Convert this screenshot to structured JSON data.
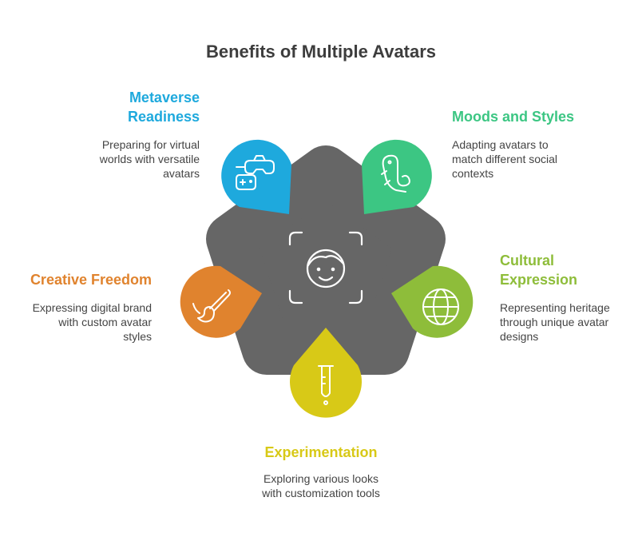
{
  "title": "Benefits of Multiple Avatars",
  "colors": {
    "center": "#666666",
    "metaverse": "#1ea9dd",
    "moods": "#3cc683",
    "cultural": "#8ebd3a",
    "creative": "#e0832e",
    "experimentation": "#d8c917"
  },
  "center": {
    "icon": "avatar-face-icon"
  },
  "items": {
    "metaverse": {
      "heading": [
        "Metaverse",
        "Readiness"
      ],
      "desc": [
        "Preparing for virtual",
        "worlds with versatile",
        "avatars"
      ],
      "icon": "vr-headset-gamepad-icon"
    },
    "moods": {
      "heading": [
        "Moods and Styles"
      ],
      "desc": [
        "Adapting avatars to",
        "match different social",
        "contexts"
      ],
      "icon": "chameleon-icon"
    },
    "cultural": {
      "heading": [
        "Cultural",
        "Expression"
      ],
      "desc": [
        "Representing heritage",
        "through unique avatar",
        "designs"
      ],
      "icon": "globe-icon"
    },
    "creative": {
      "heading": [
        "Creative Freedom"
      ],
      "desc": [
        "Expressing digital brand",
        "with custom avatar",
        "styles"
      ],
      "icon": "paintbrush-icon"
    },
    "experimentation": {
      "heading": [
        "Experimentation"
      ],
      "desc": [
        "Exploring various looks",
        "with customization tools"
      ],
      "icon": "test-tube-icon"
    }
  }
}
